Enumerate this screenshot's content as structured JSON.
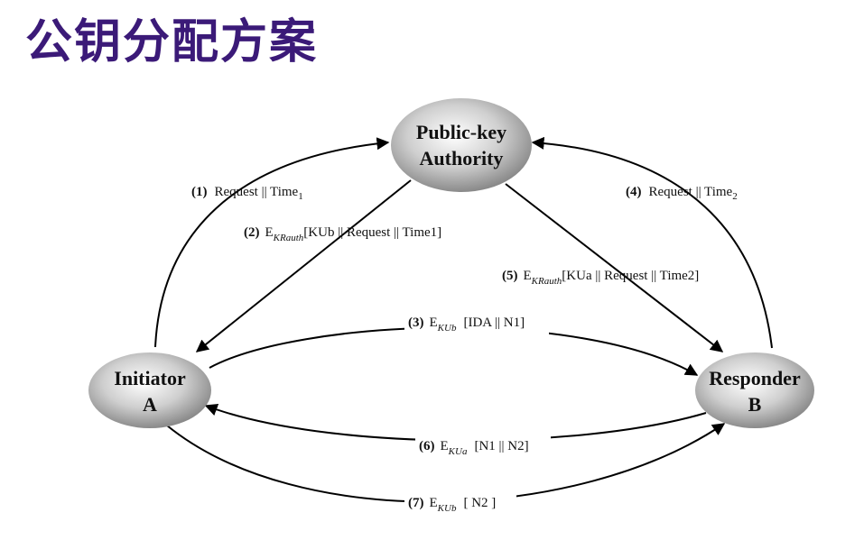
{
  "title": "公钥分配方案",
  "nodes": {
    "authority": {
      "line1": "Public-key",
      "line2": "Authority"
    },
    "initiator": {
      "line1": "Initiator",
      "line2": "A"
    },
    "responder": {
      "line1": "Responder",
      "line2": "B"
    }
  },
  "messages": {
    "m1": {
      "num": "(1)",
      "text": "Request || Time",
      "sub": "1"
    },
    "m2": {
      "num": "(2)",
      "E": "E",
      "E_sub": "KRauth",
      "body": "[KUb || Request || Time1]"
    },
    "m3": {
      "num": "(3)",
      "E": "E",
      "E_sub": "KUb",
      "body": "[IDA || N1]"
    },
    "m4": {
      "num": "(4)",
      "text": "Request || Time",
      "sub": "2"
    },
    "m5": {
      "num": "(5)",
      "E": "E",
      "E_sub": "KRauth",
      "body": "[KUa || Request || Time2]"
    },
    "m6": {
      "num": "(6)",
      "E": "E",
      "E_sub": "KUa",
      "body": "[N1 || N2]"
    },
    "m7": {
      "num": "(7)",
      "E": "E",
      "E_sub": "KUb",
      "body": "[ N2 ]"
    }
  }
}
